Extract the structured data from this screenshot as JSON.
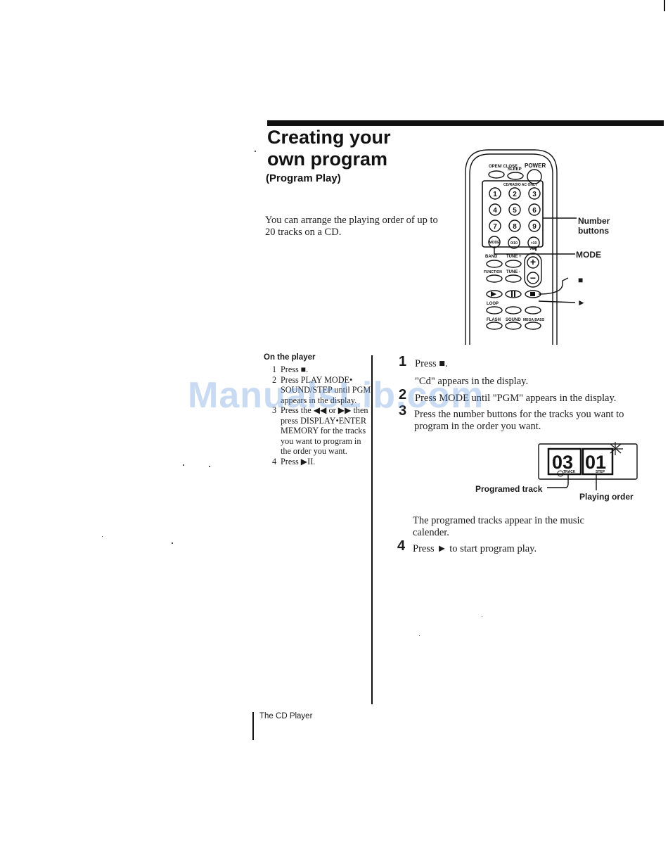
{
  "title_line1": "Creating your",
  "title_line2": "own program",
  "subtitle": "(Program Play)",
  "intro": "You can arrange the playing order of up to 20 tracks on a CD.",
  "remote": {
    "btn_open_close": "OPEN/ CLOSE",
    "btn_sleep": "SLEEP",
    "btn_power": "POWER",
    "cd_radio": "CD/RADIO AC ONLY",
    "digits": [
      "1",
      "2",
      "3",
      "4",
      "5",
      "6",
      "7",
      "8",
      "9"
    ],
    "btn_mode": "MODE",
    "btn_0_10": "0/10",
    "btn_plus10": ">10",
    "btn_band": "BAND",
    "btn_tune_plus": "TUNE +",
    "btn_function": "FUNCTION",
    "btn_tune_minus": "TUNE -",
    "btn_loop": "LOOP",
    "btn_flash": "FLASH",
    "btn_sound": "SOUND",
    "btn_mega_bass": "MEGA BASS",
    "vol": "VOL",
    "label_number": "Number",
    "label_buttons": "buttons",
    "label_mode": "MODE",
    "label_stop": "■",
    "label_play": "►"
  },
  "side": {
    "heading": "On the player",
    "items": [
      {
        "num": "1",
        "text": "Press ■."
      },
      {
        "num": "2",
        "text": "Press PLAY MODE• SOUND/STEP until PGM appears in the display."
      },
      {
        "num": "3",
        "text": "Press the ◀◀ or ▶▶ then press DISPLAY•ENTER MEMORY for the tracks you want to program in the order you want."
      },
      {
        "num": "4",
        "text": "Press ▶II."
      }
    ]
  },
  "steps": {
    "s1_num": "1",
    "s1_text": "Press ■.",
    "s1_sub": "\"Cd\" appears in the display.",
    "s2_num": "2",
    "s2_text": "Press MODE until \"PGM\" appears in the display.",
    "s3_num": "3",
    "s3_text": "Press the number buttons for the tracks you want to program in the order you want.",
    "after_display": "The programed tracks appear in the music calender.",
    "s4_num": "4",
    "s4_text": "Press ► to start program play."
  },
  "display": {
    "track_digits": "03",
    "step_digits": "01",
    "track_tag": "TRACK",
    "step_tag": "STEP",
    "label_programed_track": "Programed track",
    "label_playing_order": "Playing order"
  },
  "footer": "The CD Player",
  "watermark": "ManualsLib.com"
}
